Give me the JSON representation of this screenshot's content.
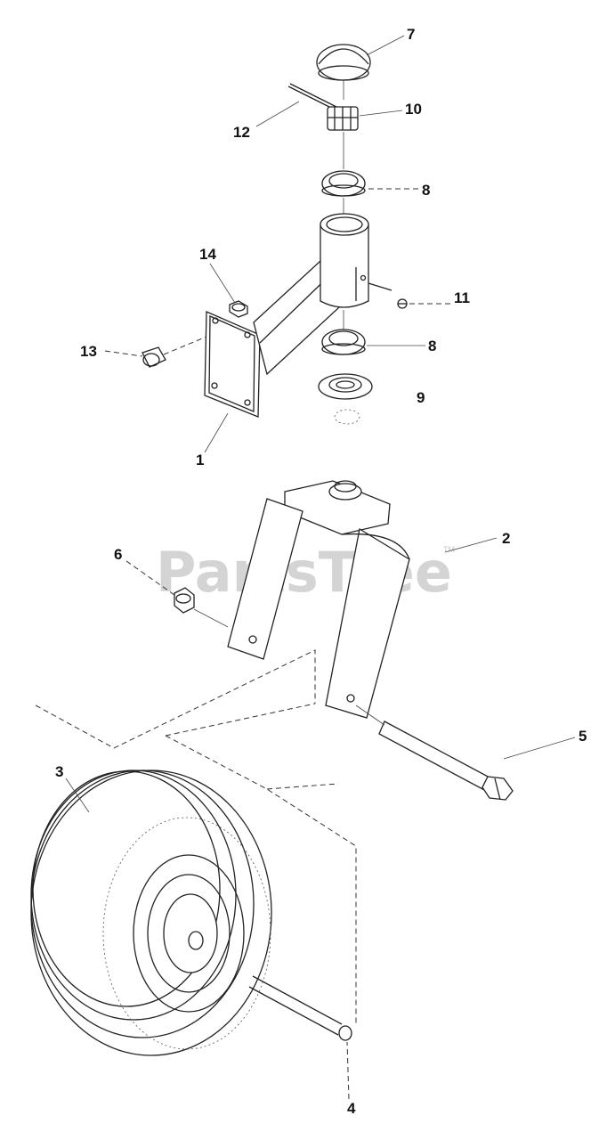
{
  "watermark": {
    "text": "PartsTree",
    "trademark": "TM"
  },
  "callouts": [
    {
      "id": "c7",
      "text": "7"
    },
    {
      "id": "c10",
      "text": "10"
    },
    {
      "id": "c12",
      "text": "12"
    },
    {
      "id": "c8a",
      "text": "8"
    },
    {
      "id": "c14",
      "text": "14"
    },
    {
      "id": "c11",
      "text": "11"
    },
    {
      "id": "c13",
      "text": "13"
    },
    {
      "id": "c8b",
      "text": "8"
    },
    {
      "id": "c9",
      "text": "9"
    },
    {
      "id": "c1",
      "text": "1"
    },
    {
      "id": "c2",
      "text": "2"
    },
    {
      "id": "c6",
      "text": "6"
    },
    {
      "id": "c5",
      "text": "5"
    },
    {
      "id": "c3",
      "text": "3"
    },
    {
      "id": "c4",
      "text": "4"
    }
  ]
}
